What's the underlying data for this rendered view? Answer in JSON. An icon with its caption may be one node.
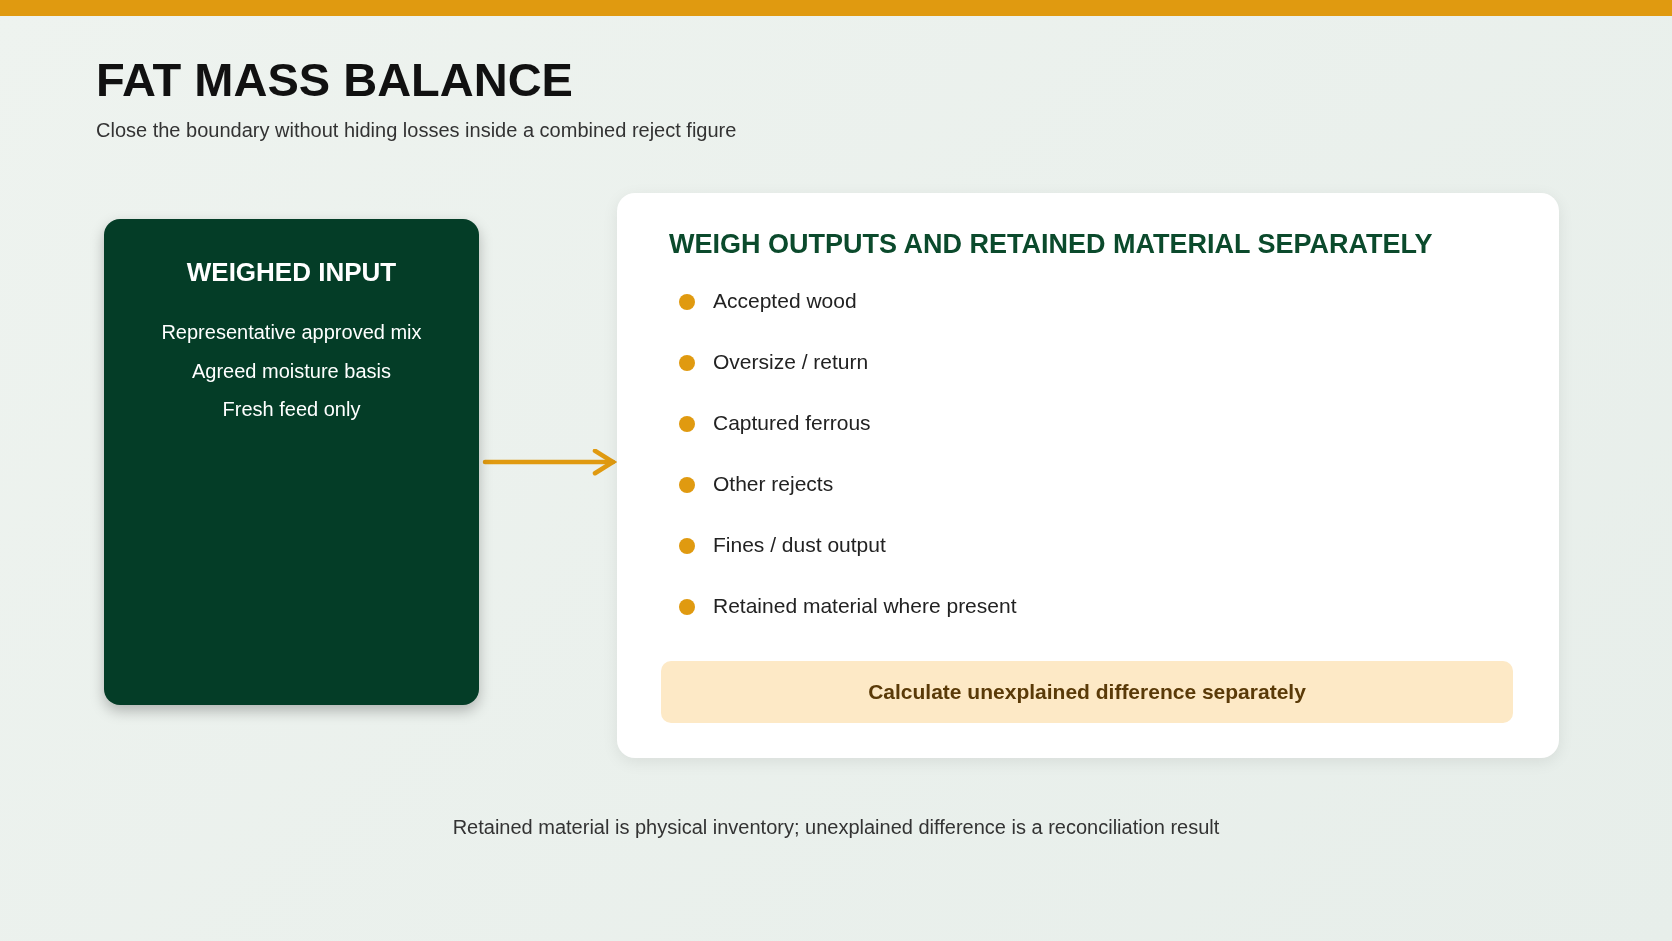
{
  "diagram": {
    "title": "FAT MASS BALANCE",
    "caption": "Retained material is physical inventory; unexplained difference is a reconciliation result",
    "labels": [
      "Close the boundary without hiding losses inside a combined reject figure"
    ],
    "nodes": [
      {
        "text": [
          "WEIGHED INPUT",
          "Representative approved mix",
          "Agreed moisture basis",
          "Fresh feed only"
        ]
      },
      {
        "text": [
          "WEIGH OUTPUTS AND RETAINED MATERIAL SEPARATELY",
          "Accepted wood",
          "Oversize / return",
          "Captured ferrous",
          "Other rejects",
          "Fines / dust output",
          "Retained material where present"
        ]
      },
      {
        "text": [
          "Calculate unexplained difference separately"
        ],
        "in": 1
      }
    ],
    "edges": [
      {
        "from": 0,
        "to": 1,
        "arrow": "to"
      }
    ]
  }
}
